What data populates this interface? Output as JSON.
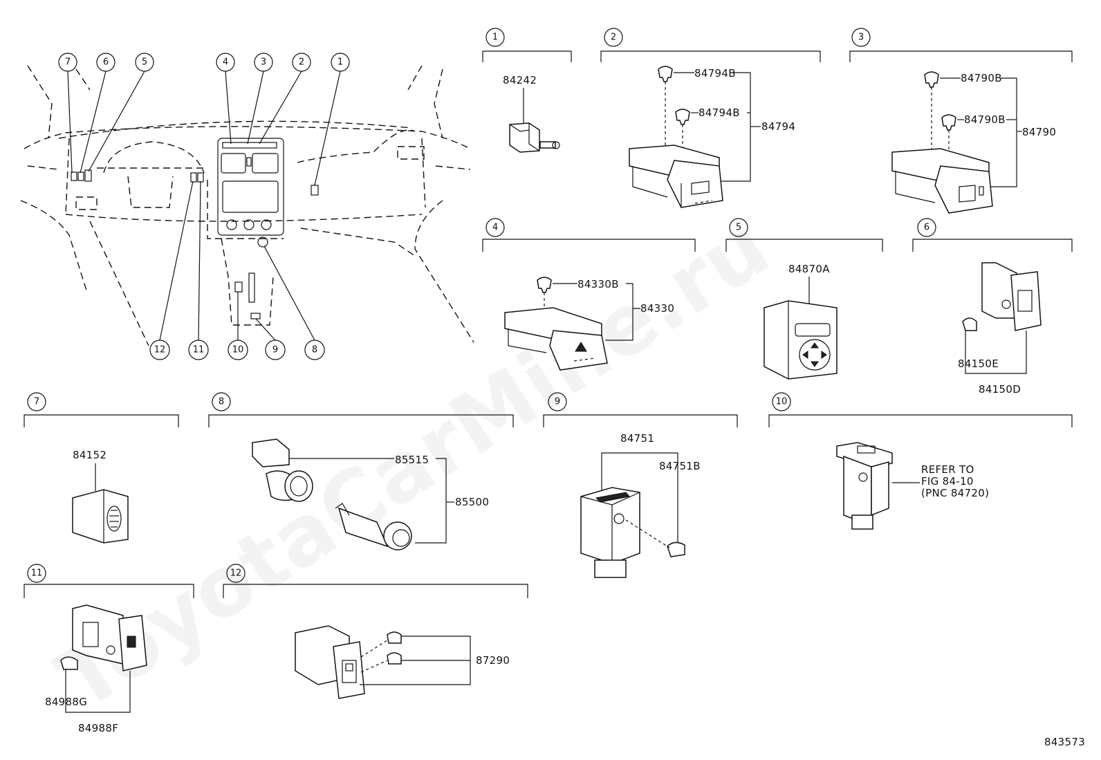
{
  "diagram_code": "843573",
  "watermark": "ToyotaCarMine.ru",
  "overview_callouts": [
    "7",
    "6",
    "5",
    "4",
    "3",
    "2",
    "1",
    "12",
    "11",
    "10",
    "9",
    "8"
  ],
  "sections": [
    {
      "num": "1",
      "labels": [
        "84242"
      ]
    },
    {
      "num": "2",
      "labels": [
        "84794B",
        "84794B",
        "84794"
      ]
    },
    {
      "num": "3",
      "labels": [
        "84790B",
        "84790B",
        "84790"
      ]
    },
    {
      "num": "4",
      "labels": [
        "84330B",
        "84330"
      ]
    },
    {
      "num": "5",
      "labels": [
        "84870A"
      ]
    },
    {
      "num": "6",
      "labels": [
        "84150E",
        "84150D"
      ]
    },
    {
      "num": "7",
      "labels": [
        "84152"
      ]
    },
    {
      "num": "8",
      "labels": [
        "85515",
        "85500"
      ]
    },
    {
      "num": "9",
      "labels": [
        "84751",
        "84751B"
      ]
    },
    {
      "num": "10",
      "labels": [
        "REFER TO",
        "FIG 84-10",
        "(PNC 84720)"
      ]
    },
    {
      "num": "11",
      "labels": [
        "84988G",
        "84988F"
      ]
    },
    {
      "num": "12",
      "labels": [
        "87290"
      ]
    }
  ]
}
